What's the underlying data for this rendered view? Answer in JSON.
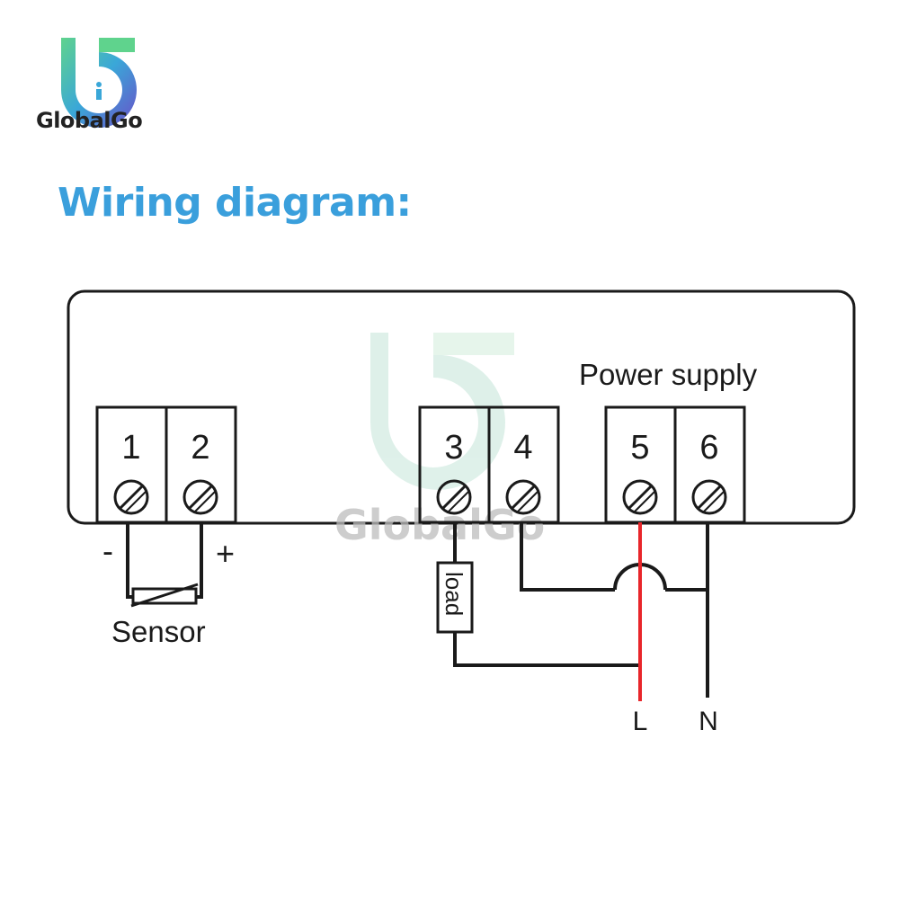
{
  "brand": {
    "name": "GlobalGo",
    "watermark_text": "GlobalGo"
  },
  "title": "Wiring diagram:",
  "labels": {
    "power_supply": "Power supply",
    "sensor": "Sensor",
    "load": "load",
    "minus": "-",
    "plus": "+",
    "line": "L",
    "neutral": "N"
  },
  "terminals": [
    {
      "number": "1"
    },
    {
      "number": "2"
    },
    {
      "number": "3"
    },
    {
      "number": "4"
    },
    {
      "number": "5"
    },
    {
      "number": "6"
    }
  ],
  "colors": {
    "title": "#3a9fdc",
    "live_wire": "#e8262a",
    "wire": "#1a1a1a"
  }
}
